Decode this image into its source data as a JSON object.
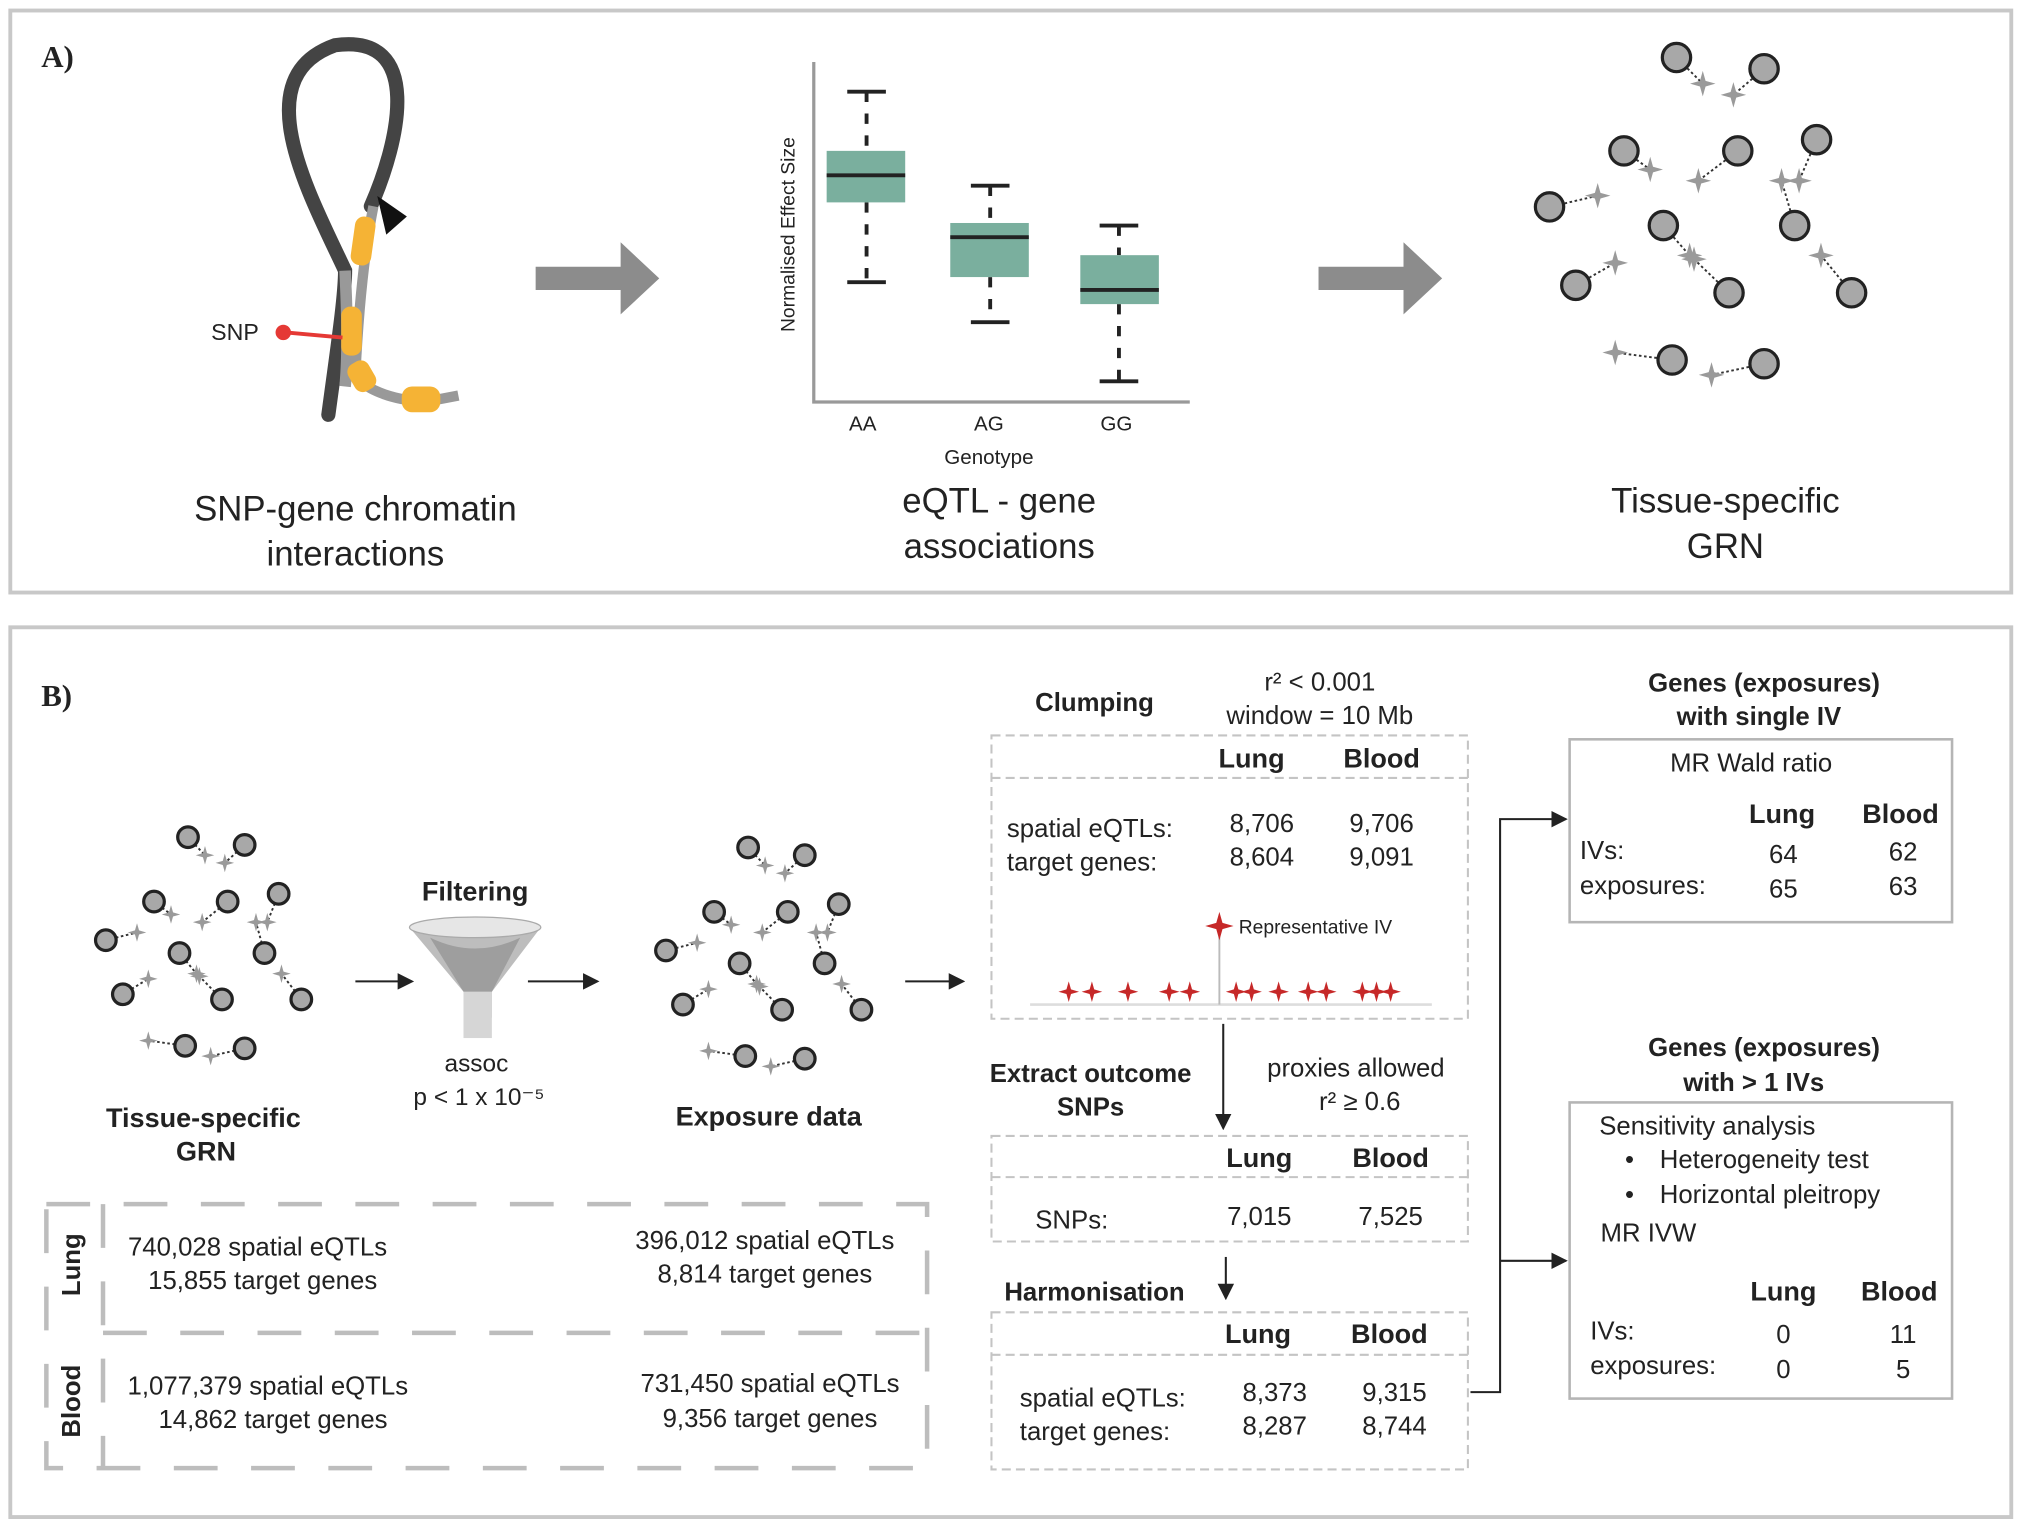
{
  "panel_a": {
    "label": "A)",
    "chromatin": {
      "snp_label": "SNP",
      "caption_line1": "SNP-gene chromatin",
      "caption_line2": "interactions"
    },
    "boxplot": {
      "ylabel": "Normalised Effect Size",
      "xlabel": "Genotype",
      "categories": [
        "AA",
        "AG",
        "GG"
      ],
      "box_color": "#7aaf9e",
      "caption_line1": "eQTL - gene",
      "caption_line2": "associations"
    },
    "grn": {
      "caption_line1": "Tissue-specific",
      "caption_line2": "GRN"
    }
  },
  "panel_b": {
    "label": "B)",
    "grn_caption_line1": "Tissue-specific",
    "grn_caption_line2": "GRN",
    "filtering": {
      "title": "Filtering",
      "line1": "assoc",
      "line2": "p < 1 x 10⁻⁵"
    },
    "exposure_caption": "Exposure data",
    "lung_label": "Lung",
    "blood_label": "Blood",
    "lung_before": [
      "740,028 spatial eQTLs",
      "15,855 target genes"
    ],
    "lung_after": [
      "396,012 spatial eQTLs",
      "8,814 target genes"
    ],
    "blood_before": [
      "1,077,379 spatial eQTLs",
      "14,862 target genes"
    ],
    "blood_after": [
      "731,450 spatial eQTLs",
      "9,356 target genes"
    ],
    "clumping": {
      "title": "Clumping",
      "param1": "r² < 0.001",
      "param2": "window = 10 Mb",
      "col_lung": "Lung",
      "col_blood": "Blood",
      "row1_label": "spatial eQTLs:",
      "row1_lung": "8,706",
      "row1_blood": "9,706",
      "row2_label": "target genes:",
      "row2_lung": "8,604",
      "row2_blood": "9,091",
      "rep_iv": "Representative IV",
      "star_color": "#c62828"
    },
    "extract": {
      "title1": "Extract outcome",
      "title2": "SNPs",
      "param1": "proxies allowed",
      "param2": "r² ≥ 0.6",
      "col_lung": "Lung",
      "col_blood": "Blood",
      "row_label": "SNPs:",
      "row_lung": "7,015",
      "row_blood": "7,525"
    },
    "harmonisation": {
      "title": "Harmonisation",
      "col_lung": "Lung",
      "col_blood": "Blood",
      "row1_label": "spatial eQTLs:",
      "row1_lung": "8,373",
      "row1_blood": "9,315",
      "row2_label": "target genes:",
      "row2_lung": "8,287",
      "row2_blood": "8,744"
    },
    "single_iv": {
      "title1": "Genes (exposures)",
      "title2": "with single IV",
      "method": "MR Wald ratio",
      "col_lung": "Lung",
      "col_blood": "Blood",
      "row1_label": "IVs:",
      "row1_lung": "64",
      "row1_blood": "62",
      "row2_label": "exposures:",
      "row2_lung": "65",
      "row2_blood": "63"
    },
    "multi_iv": {
      "title1": "Genes (exposures)",
      "title2": "with > 1 IVs",
      "sensitivity": "Sensitivity analysis",
      "bullet1": "Heterogeneity test",
      "bullet2": "Horizontal pleitropy",
      "method": "MR IVW",
      "col_lung": "Lung",
      "col_blood": "Blood",
      "row1_label": "IVs:",
      "row1_lung": "0",
      "row1_blood": "11",
      "row2_label": "exposures:",
      "row2_lung": "0",
      "row2_blood": "5"
    }
  }
}
